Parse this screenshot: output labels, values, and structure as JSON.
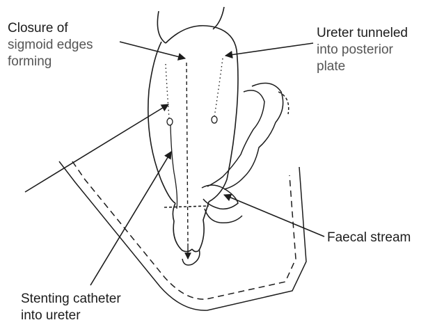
{
  "labels": {
    "closure": {
      "line1": "Closure of",
      "line2": "sigmoid edges",
      "line3": "forming"
    },
    "ureter": {
      "line1": "Ureter tunneled",
      "line2": "into posterior",
      "line3": "plate"
    },
    "faecal": {
      "line1": "Faecal stream"
    },
    "stent": {
      "line1": "Stenting catheter",
      "line2": "into ureter"
    }
  },
  "colors": {
    "ink": "#1c1c1c",
    "muted_text": "#555555",
    "background": "#ffffff"
  }
}
